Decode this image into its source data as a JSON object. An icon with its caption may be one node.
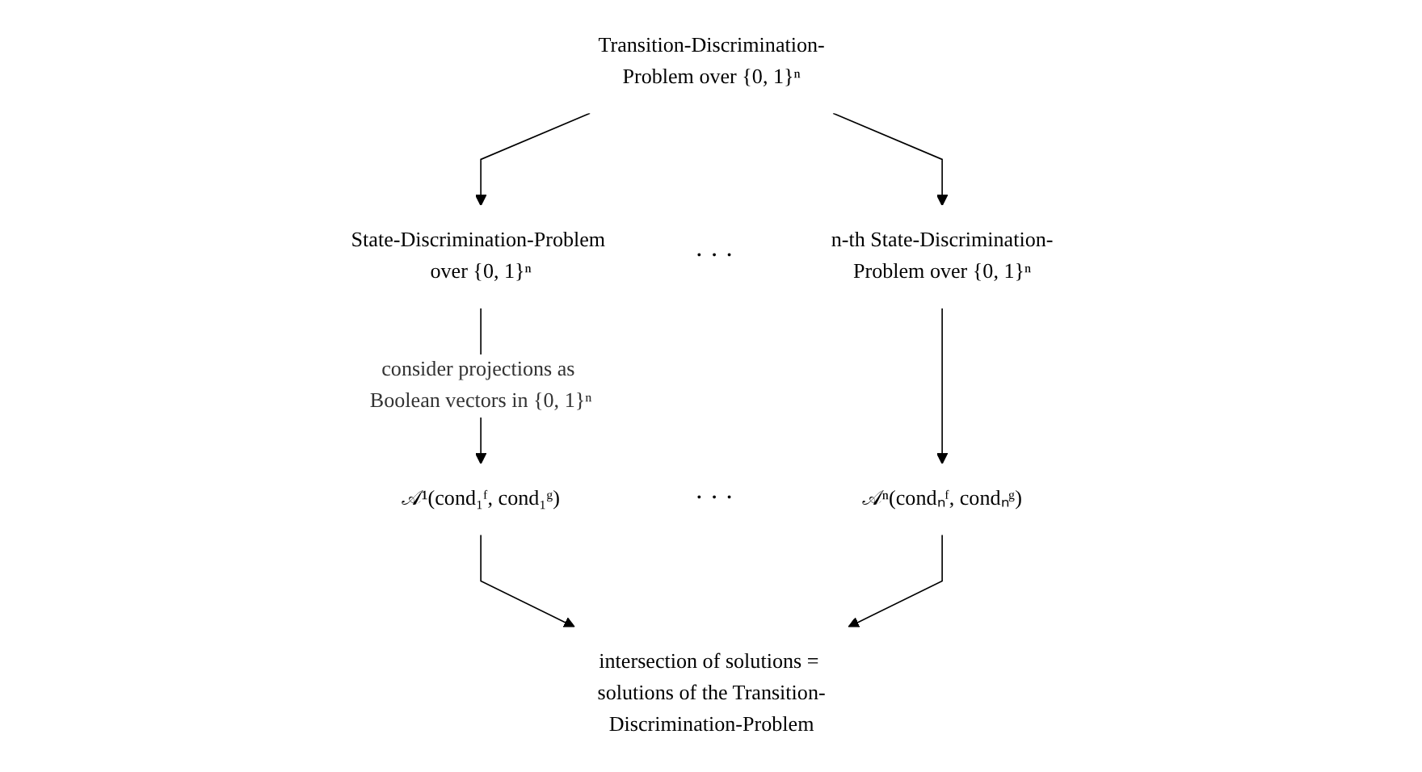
{
  "diagram": {
    "nodes": [
      {
        "text": [
          "Transition-Discrimination-Problem over {0, 1}ⁿ"
        ]
      },
      {
        "text": [
          "State-Discrimination-Problem over {0, 1}ⁿ"
        ]
      },
      {
        "text": [
          "n-th State-Discrimination-Problem over {0, 1}ⁿ"
        ]
      },
      {
        "text": [
          "𝒜¹(cond₁ᶠ, cond₁ᵍ)"
        ]
      },
      {
        "text": [
          "𝒜ⁿ(condₙᶠ, condₙᵍ)"
        ]
      },
      {
        "text": [
          "intersection of solutions = solutions of the Transition-Discrimination-Problem"
        ]
      }
    ],
    "edges": [
      {
        "from": 0,
        "to": 1,
        "arrow": "to"
      },
      {
        "from": 0,
        "to": 2,
        "arrow": "to"
      },
      {
        "from": 1,
        "to": 3,
        "arrow": "to",
        "label": "consider projections as Boolean vectors in {0, 1}ⁿ"
      },
      {
        "from": 2,
        "to": 4,
        "arrow": "to"
      },
      {
        "from": 3,
        "to": 5,
        "arrow": "to"
      },
      {
        "from": 4,
        "to": 5,
        "arrow": "to"
      }
    ],
    "labels": [
      "· · ·",
      "· · ·"
    ]
  }
}
